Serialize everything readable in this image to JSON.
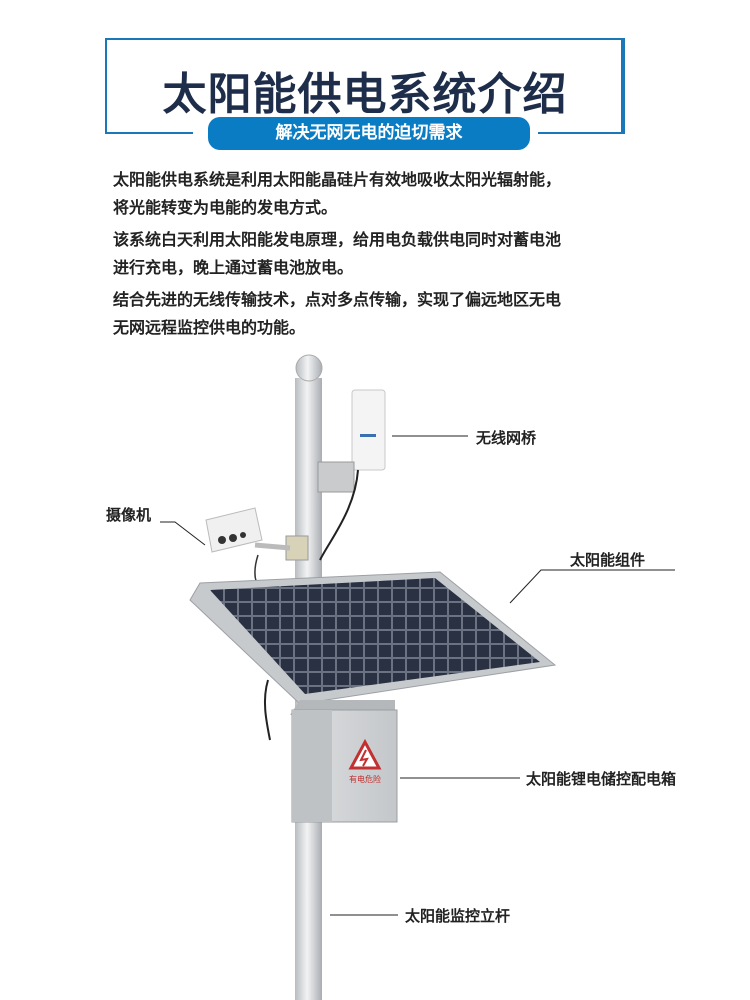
{
  "header": {
    "title": "太阳能供电系统介绍",
    "subtitle": "解决无网无电的迫切需求",
    "accent_color": "#0a7cc4",
    "title_color": "#1e2d4a"
  },
  "paragraphs": [
    {
      "line1": "太阳能供电系统是利用太阳能晶硅片有效地吸收太阳光辐射能，",
      "line2": "将光能转变为电能的发电方式。"
    },
    {
      "line1": "该系统白天利用太阳能发电原理，给用电负载供电同时对蓄电池",
      "line2": "进行充电，晚上通过蓄电池放电。"
    },
    {
      "line1": "结合先进的无线传输技术，点对多点传输，实现了偏远地区无电",
      "line2": "无网远程监控供电的功能。"
    }
  ],
  "labels": {
    "bridge": "无线网桥",
    "camera": "摄像机",
    "panel": "太阳能组件",
    "box": "太阳能锂电储控配电箱",
    "pole": "太阳能监控立杆"
  },
  "box_sign": "有电危险"
}
